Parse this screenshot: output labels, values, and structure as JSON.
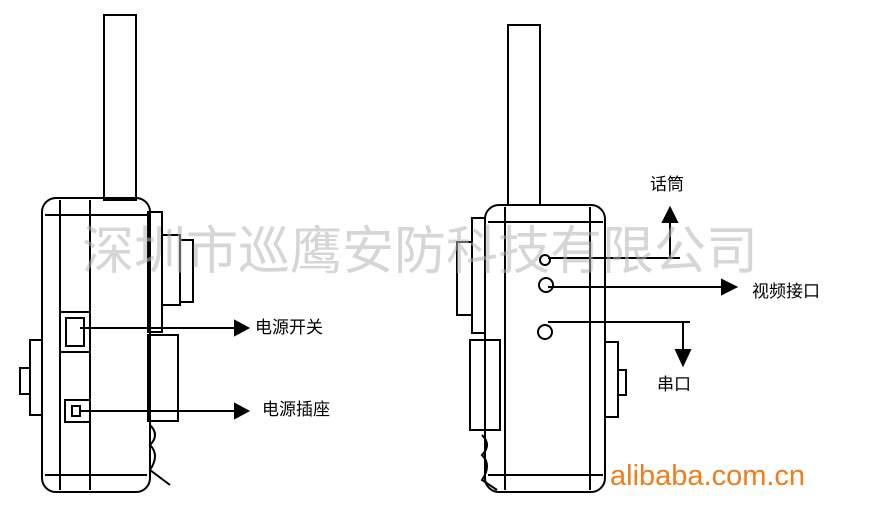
{
  "watermark": "深圳市巡鹰安防科技有限公司",
  "brand": "alibaba.com.cn",
  "labels": {
    "power_switch": "电源开关",
    "power_socket": "电源插座",
    "microphone": "话筒",
    "video_port": "视频接口",
    "serial_port": "串口"
  },
  "colors": {
    "brand": "#f07c1a",
    "line": "#000000"
  }
}
